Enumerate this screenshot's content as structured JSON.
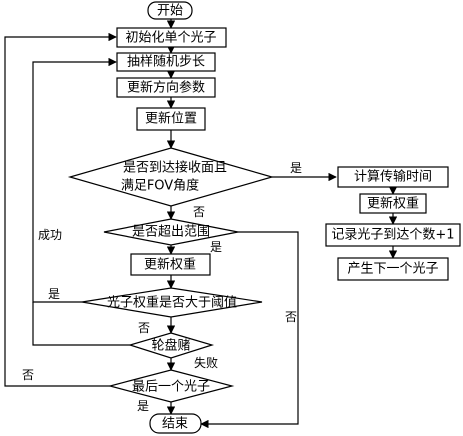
{
  "nodes": {
    "start": "开始",
    "init_photon": "初始化单个光子",
    "sample_step": "抽样随机步长",
    "update_direction": "更新方向参数",
    "update_position": "更新位置",
    "check_receiver_line1": "是否到达接收面且",
    "check_receiver_line2": "满足FOV角度",
    "check_range": "是否超出范围",
    "update_weight_left": "更新权重",
    "check_threshold": "光子权重是否大于阈值",
    "roulette": "轮盘赌",
    "last_photon": "最后一个光子",
    "end": "结束",
    "calc_time": "计算传输时间",
    "update_weight_right": "更新权重",
    "record_count": "记录光子到达个数+1",
    "next_photon": "产生下一个光子"
  },
  "edge_labels": {
    "receiver_yes": "是",
    "receiver_no": "否",
    "range_yes": "是",
    "range_no": "否",
    "threshold_yes": "是",
    "threshold_no": "否",
    "roulette_success": "成功",
    "roulette_fail": "失败",
    "last_no": "否",
    "last_yes": "是"
  }
}
